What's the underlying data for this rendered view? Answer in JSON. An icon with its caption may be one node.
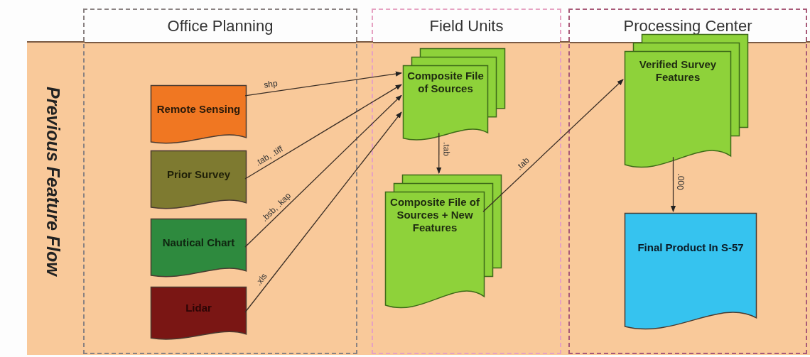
{
  "diagram": {
    "nodes": [
      {
        "text": [
          "Previous Feature Flow"
        ]
      },
      {
        "text": [
          "Office Planning"
        ]
      },
      {
        "text": [
          "Field Units"
        ]
      },
      {
        "text": [
          "Processing Center"
        ]
      },
      {
        "text": [
          "Remote Sensing"
        ],
        "in": 1
      },
      {
        "text": [
          "Prior Survey"
        ],
        "in": 1
      },
      {
        "text": [
          "Nautical Chart"
        ],
        "in": 1
      },
      {
        "text": [
          "Lidar"
        ],
        "in": 1
      },
      {
        "text": [
          "Composite File of Sources"
        ],
        "in": 2
      },
      {
        "text": [
          "Composite File of Sources + New Features"
        ],
        "in": 2
      },
      {
        "text": [
          "Verified Survey Features"
        ],
        "in": 3
      },
      {
        "text": [
          "Final Product In S-57"
        ],
        "in": 3
      }
    ],
    "edges": [
      {
        "from": 4,
        "to": 8,
        "arrow": "to",
        "label": "shp"
      },
      {
        "from": 5,
        "to": 8,
        "arrow": "to",
        "label": ".tab, .tiff"
      },
      {
        "from": 6,
        "to": 8,
        "arrow": "to",
        "label": ".bsb, .kap"
      },
      {
        "from": 7,
        "to": 8,
        "arrow": "to",
        "label": ".xls"
      },
      {
        "from": 8,
        "to": 9,
        "arrow": "to",
        "label": ".tab"
      },
      {
        "from": 9,
        "to": 10,
        "arrow": "to",
        "label": ".tab"
      },
      {
        "from": 10,
        "to": 11,
        "arrow": "to",
        "label": ".000"
      }
    ]
  }
}
